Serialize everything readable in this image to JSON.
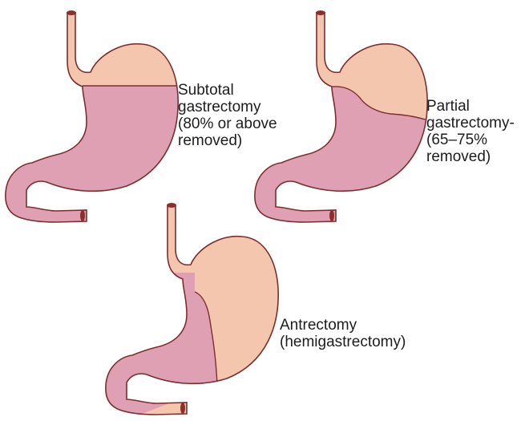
{
  "figure": {
    "diagrams": [
      {
        "id": "subtotal",
        "caption_lines": [
          "Subtotal",
          "gastrectomy",
          "(80% or above",
          "removed)"
        ]
      },
      {
        "id": "partial",
        "caption_lines": [
          "Partial",
          "gastrectomy-",
          "(65–75%",
          "removed)"
        ]
      },
      {
        "id": "antrectomy",
        "caption_lines": [
          "Antrectomy",
          "(hemigastrectomy)"
        ]
      }
    ],
    "colors": {
      "stomach_tissue": "#f4c6ae",
      "resected_region": "#e0a0b4",
      "outline": "#7a2e2e",
      "esophagus_duodenum": "#f0a888",
      "lumen": "#8b2e2e",
      "caption_text": "#1d1d1d"
    }
  }
}
